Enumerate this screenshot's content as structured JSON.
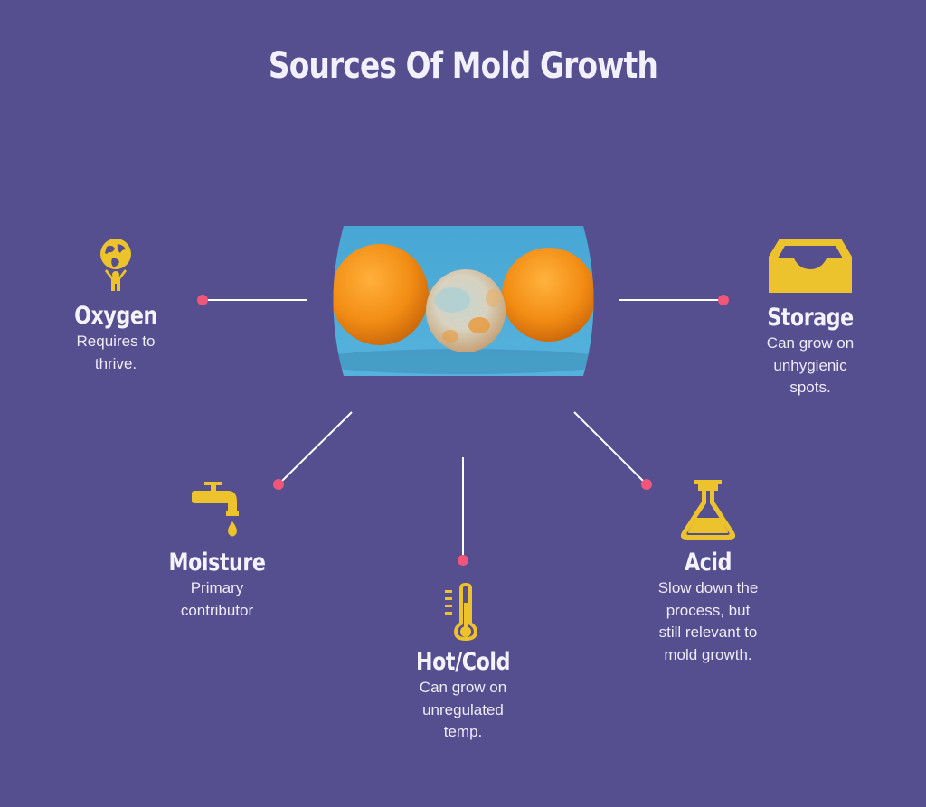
{
  "title": "Sources Of Mold Growth",
  "colors": {
    "background": "#554e8f",
    "icon": "#ecc32c",
    "dot": "#f0557a",
    "line": "#ffffff",
    "text": "#f4f3fb"
  },
  "center": {
    "image": "moldy-oranges-photo"
  },
  "nodes": [
    {
      "id": "oxygen",
      "icon": "globe-person-icon",
      "label": "Oxygen",
      "desc": [
        "Requires to",
        "thrive."
      ]
    },
    {
      "id": "storage",
      "icon": "storage-box-icon",
      "label": "Storage",
      "desc": [
        "Can grow on",
        "unhygienic",
        "spots."
      ]
    },
    {
      "id": "moisture",
      "icon": "faucet-drip-icon",
      "label": "Moisture",
      "desc": [
        "Primary",
        "contributor"
      ]
    },
    {
      "id": "hotcold",
      "icon": "thermometer-icon",
      "label": "Hot/Cold",
      "desc": [
        "Can grow on",
        "unregulated",
        "temp."
      ]
    },
    {
      "id": "acid",
      "icon": "flask-icon",
      "label": "Acid",
      "desc": [
        "Slow down the",
        "process, but",
        "still relevant to",
        "mold growth."
      ]
    }
  ]
}
